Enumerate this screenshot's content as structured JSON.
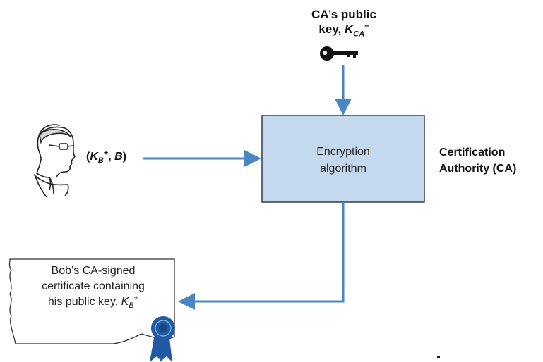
{
  "ca_key_label": {
    "line1": "CA’s public",
    "line2_prefix": "key, ",
    "key_symbol": "K",
    "key_subscript": "CA",
    "key_superscript": "−"
  },
  "bob_input": {
    "open": "(",
    "key_symbol": "K",
    "key_subscript": "B",
    "key_superscript": "+",
    "separator": ", ",
    "name": "B",
    "close": ")"
  },
  "encryption_box": {
    "line1": "Encryption",
    "line2": "algorithm"
  },
  "authority_label": {
    "line1": "Certification",
    "line2": "Authority (CA)"
  },
  "certificate": {
    "line1": "Bob’s CA-signed",
    "line2": "certificate containing",
    "line3_prefix": "his public key, ",
    "key_symbol": "K",
    "key_subscript": "B",
    "key_superscript": "+"
  },
  "colors": {
    "arrow": "#4a86c4",
    "box_fill": "#c5d9ee",
    "box_stroke": "#2f3c4f",
    "seal": "#1f5aa3"
  },
  "icons": [
    "key-icon",
    "person-icon",
    "certificate-icon",
    "ribbon-seal-icon"
  ]
}
